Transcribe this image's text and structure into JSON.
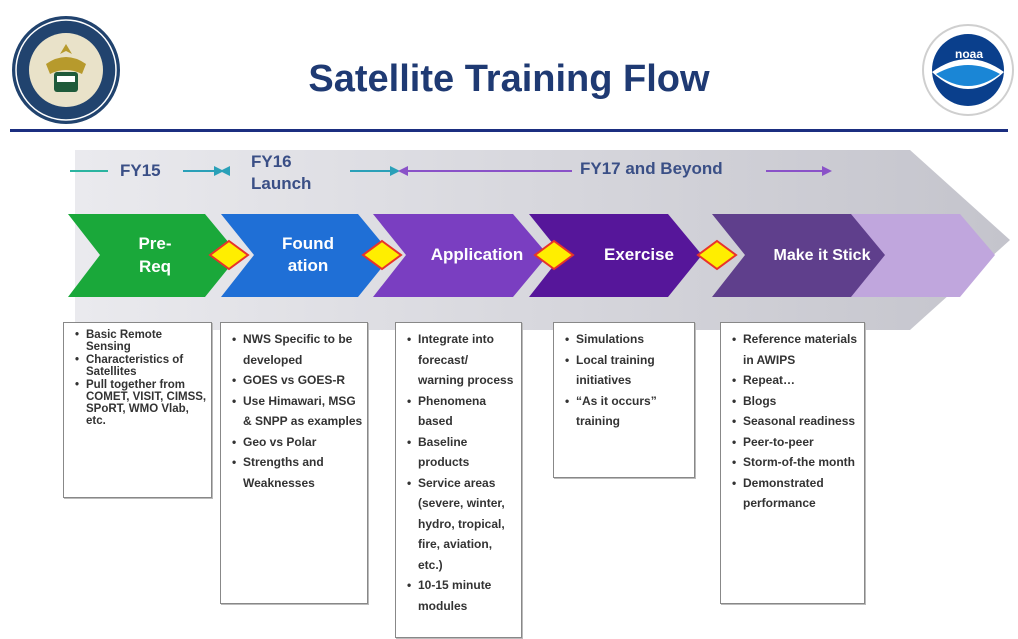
{
  "title": "Satellite Training Flow",
  "logos": {
    "left": "Department of Commerce seal",
    "right": "NOAA logo",
    "right_text": "noaa"
  },
  "timeline": {
    "fy15": "FY15",
    "fy16_line1": "FY16",
    "fy16_line2": "Launch",
    "fy17": "FY17 and Beyond"
  },
  "stages": [
    {
      "line1": "Pre-",
      "line2": "Req",
      "color": "#1aa83a"
    },
    {
      "line1": "Found",
      "line2": "ation",
      "color": "#1f6fd6"
    },
    {
      "line1": "Application",
      "color": "#7a3ec1"
    },
    {
      "line1": "Exercise",
      "color": "#56169a"
    },
    {
      "line1": "Make it Stick",
      "color": "#5f3f8c"
    }
  ],
  "boxes": [
    {
      "items": [
        "Basic Remote Sensing",
        "Characteristics of Satellites",
        "Pull together from COMET, VISIT, CIMSS, SPoRT, WMO Vlab, etc."
      ]
    },
    {
      "items": [
        "NWS Specific to be developed",
        "GOES vs GOES-R",
        "Use Himawari, MSG & SNPP as examples",
        "Geo vs Polar",
        "Strengths and Weaknesses"
      ]
    },
    {
      "items": [
        "Integrate into forecast/ warning process",
        "Phenomena based",
        "Baseline products",
        "Service areas (severe, winter, hydro, tropical, fire, aviation, etc.)",
        "10-15 minute modules"
      ]
    },
    {
      "items": [
        "Simulations",
        "Local training initiatives",
        "“As it occurs” training"
      ]
    },
    {
      "items": [
        "Reference materials in AWIPS",
        "Repeat…",
        "Blogs",
        "Seasonal readiness",
        "Peer-to-peer",
        "Storm-of-the month",
        "Demonstrated performance"
      ]
    }
  ],
  "colors": {
    "title": "#1f3a73",
    "rule": "#1b2e80",
    "diamond_fill": "#ffee00",
    "diamond_stroke": "#e8332a"
  }
}
